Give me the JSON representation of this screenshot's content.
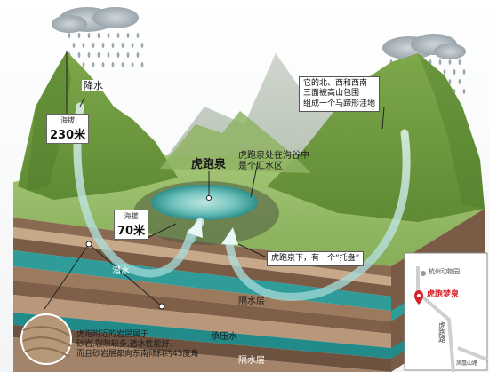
{
  "labels": {
    "rain_left": "降水",
    "altitude_high_caption": "海拔",
    "altitude_high_value": "230米",
    "spring_name": "虎跑泉",
    "spring_desc_1": "虎跑泉处在沟谷中",
    "spring_desc_2": "是个汇水区",
    "mountains_desc_1": "它的北、西和西南",
    "mountains_desc_2": "三面被高山包围",
    "mountains_desc_3": "组成一个马蹄形洼地",
    "altitude_low_caption": "海拔",
    "altitude_low_value": "70米",
    "tray_note": "虎跑泉下，有一个“托盘”",
    "phreatic": "潜水",
    "aquitard_1": "隔水层",
    "confined": "承压水",
    "aquitard_2": "隔水层",
    "rock_note_1": "虎跑附近的岩层属于",
    "rock_note_2": "砂岩,裂隙较多,透水性能好.",
    "rock_note_3": "而且砂岩层都向东南倾斜约45度角"
  },
  "map": {
    "landmark": "杭州动物园",
    "pin_label": "虎跑梦泉",
    "road": "虎跑路",
    "road_corner": "凤凰山路"
  },
  "colors": {
    "water": "#2f9c9a",
    "grass": "#8ab35a",
    "mountain": "#6f9a3e",
    "pin": "#d8222a"
  }
}
